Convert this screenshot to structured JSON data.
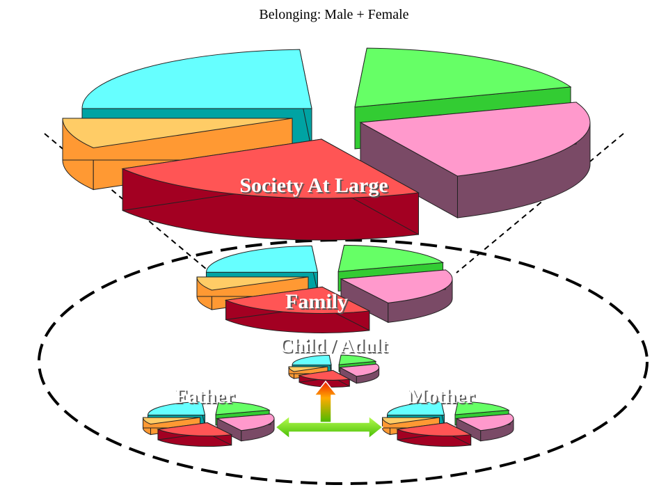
{
  "title": "Belonging: Male + Female",
  "colors": {
    "cyan_top": "#66ffff",
    "cyan_side": "#00a3a3",
    "green_top": "#66ff66",
    "green_side": "#33cc33",
    "orange_top": "#ffcc66",
    "orange_side": "#ff9933",
    "red_top": "#ff5555",
    "red_side": "#a30022",
    "pink_top": "#ff99cc",
    "pink_side": "#7a4a66",
    "arrow_green_light": "#99ee33",
    "arrow_green_dark": "#44bb00",
    "arrow_red": "#ee2200",
    "arrow_orange": "#ffaa00"
  },
  "pies": {
    "society": {
      "label": "Society At Large"
    },
    "family": {
      "label": "Family"
    },
    "child": {
      "label": "Child / Adult"
    },
    "father": {
      "label": "Father"
    },
    "mother": {
      "label": "Mother"
    }
  },
  "connectors": {
    "arrow_up": {
      "icon": "arrow-up-icon",
      "target": "Child / Adult"
    },
    "arrow_horizontal": {
      "icon": "double-arrow-horizontal-icon",
      "targets": [
        "Father",
        "Mother"
      ]
    }
  }
}
